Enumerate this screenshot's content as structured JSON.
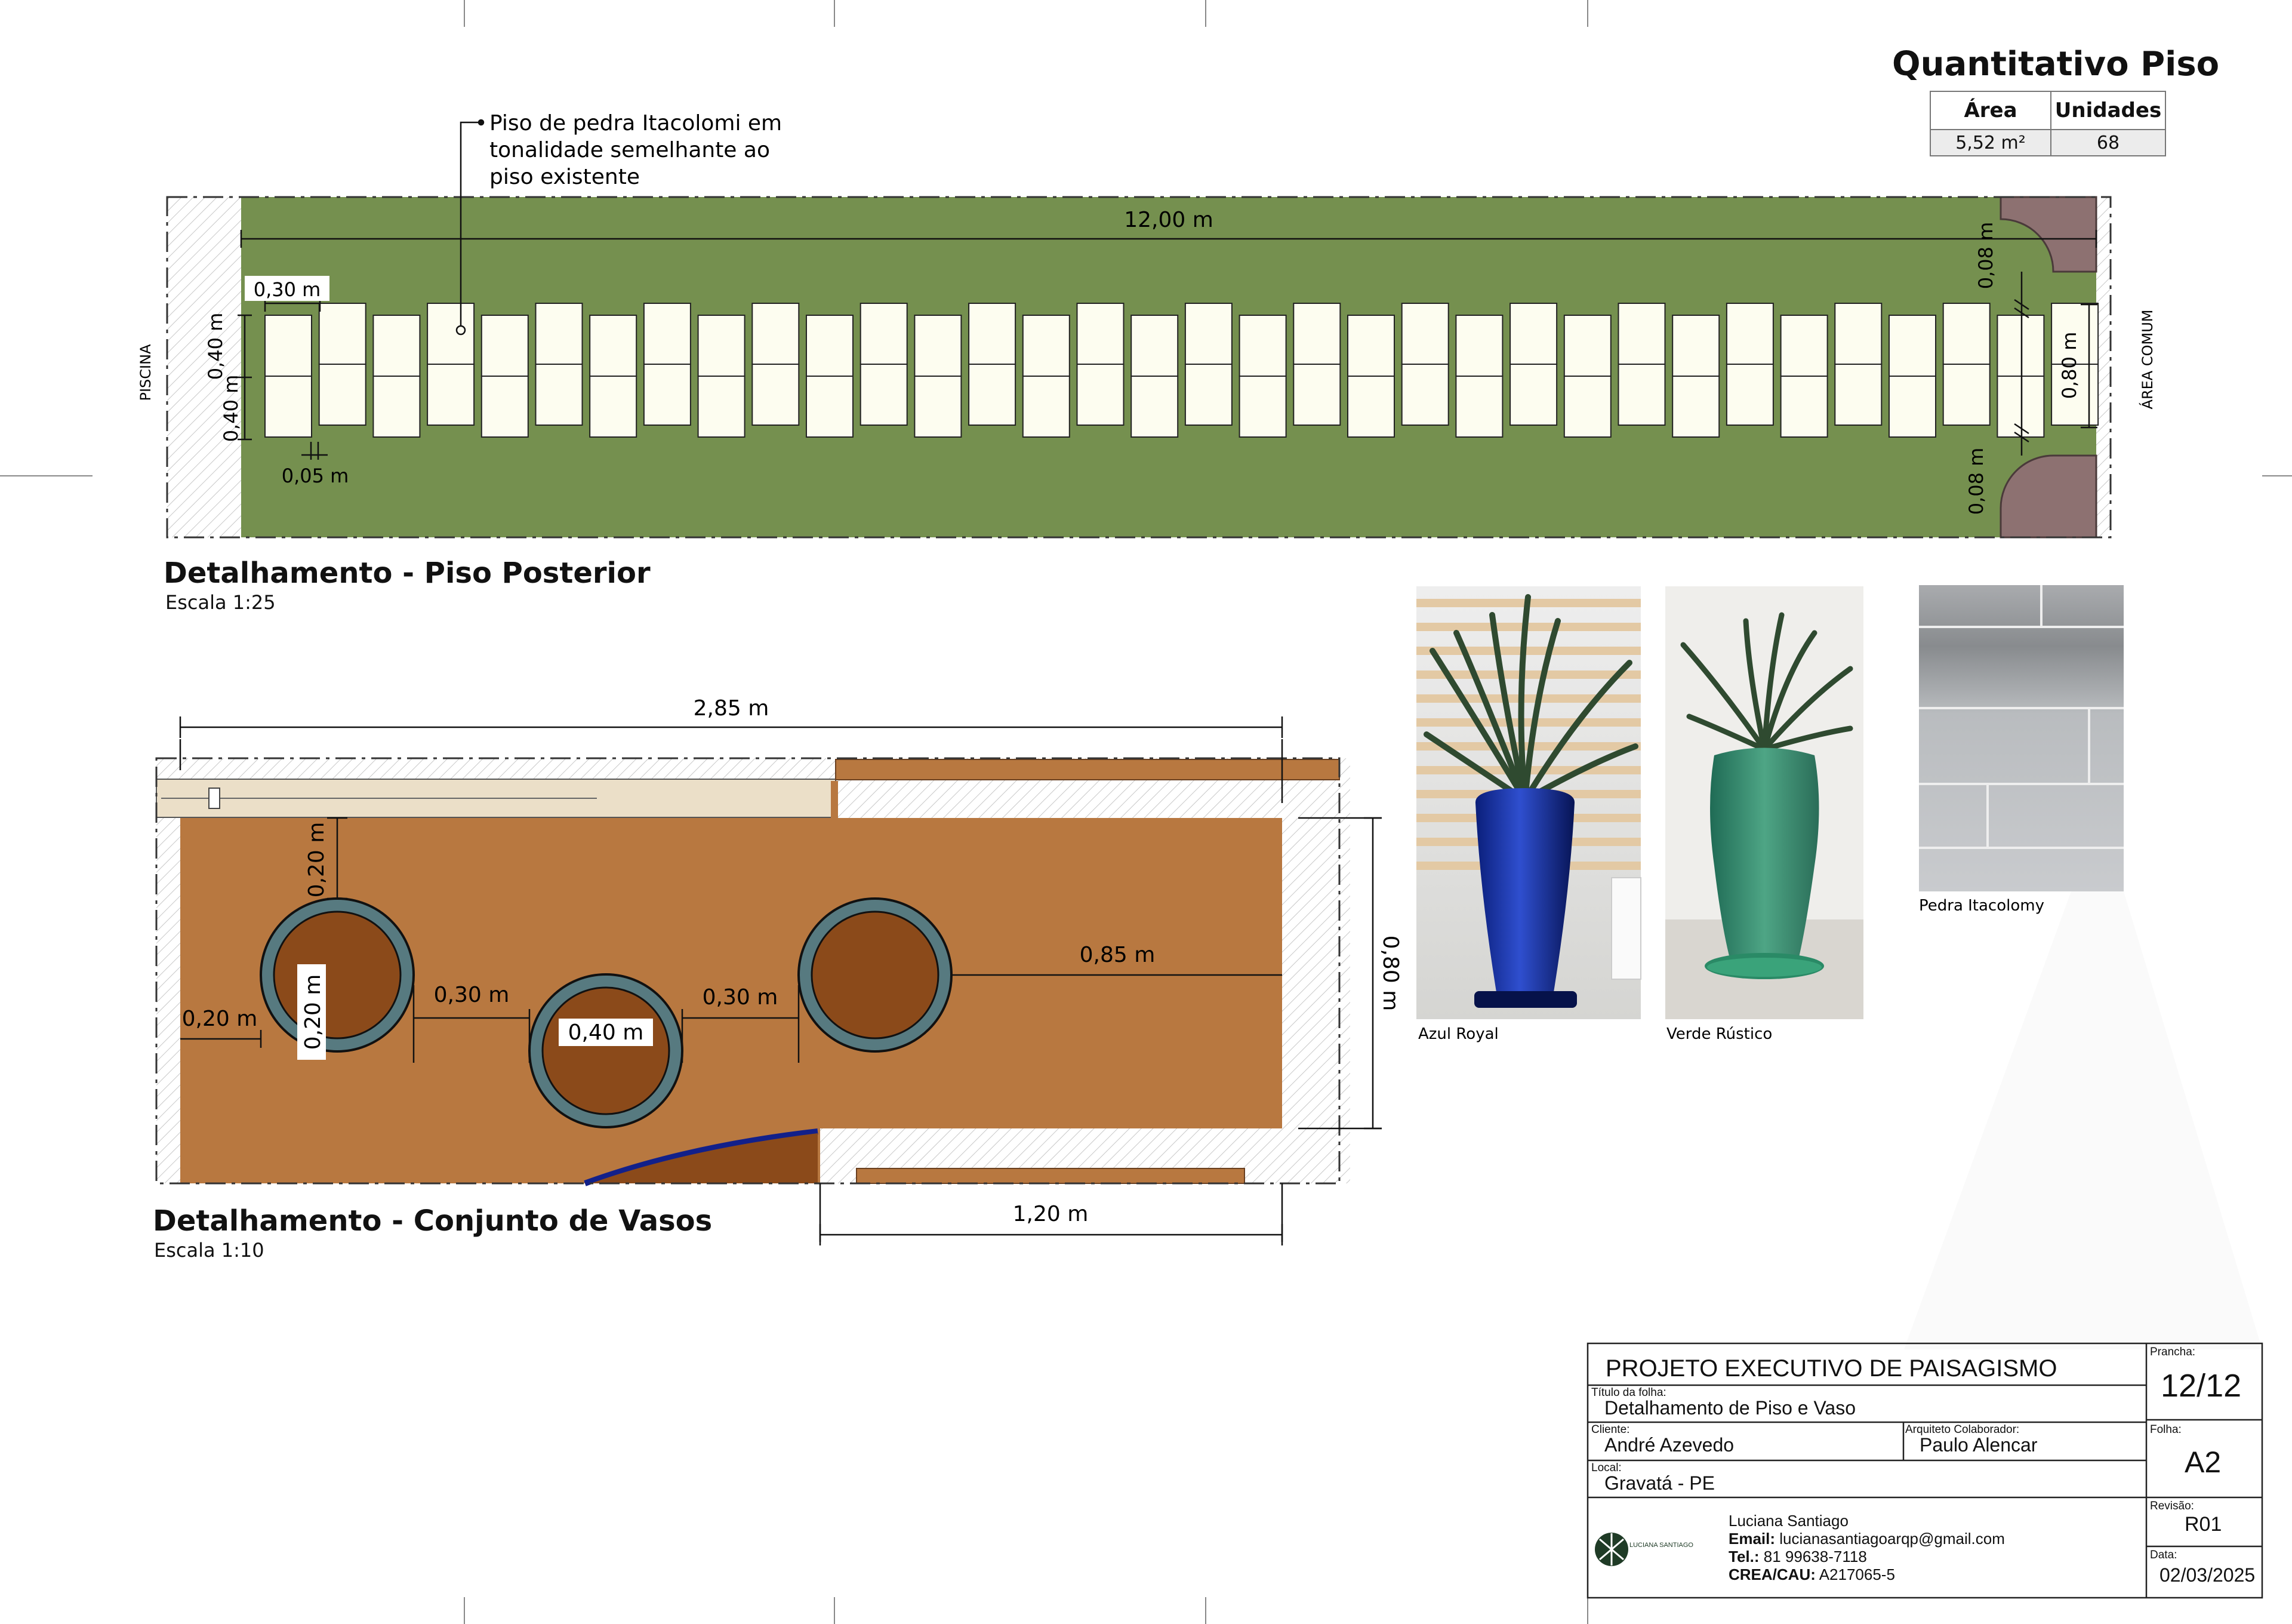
{
  "quantitativo": {
    "title": "Quantitativo Piso",
    "headers": [
      "Área",
      "Unidades"
    ],
    "values": [
      "5,52 m²",
      "68"
    ]
  },
  "piso_posterior": {
    "annotation_line1": "Piso de pedra Itacolomi em",
    "annotation_line2": "tonalidade semelhante ao",
    "annotation_line3": "piso existente",
    "dim_length": "12,00 m",
    "dim_width": "0,30 m",
    "dim_height_top": "0,40 m",
    "dim_height_bottom": "0,40 m",
    "dim_gap": "0,05 m",
    "dim_corner_top": "0,08 m",
    "dim_corner_bottom": "0,08 m",
    "dim_right": "0,80 m",
    "label_left": "PISCINA",
    "label_right": "ÁREA COMUM",
    "title": "Detalhamento - Piso Posterior",
    "scale": "Escala 1:25",
    "colors": {
      "grass": "#75904f",
      "stone": "#fdfdf0",
      "corner": "#8d7171"
    }
  },
  "vasos": {
    "dim_total": "2,85 m",
    "dim_top_gap": "0,20 m",
    "dim_left_gap": "0,20 m",
    "dim_pot_offset": "0,20 m",
    "dim_between_1": "0,30 m",
    "dim_between_2": "0,30 m",
    "dim_diameter": "0,40 m",
    "dim_right": "0,85 m",
    "dim_height": "0,80 m",
    "dim_bottom": "1,20 m",
    "title": "Detalhamento - Conjunto de Vasos",
    "scale": "Escala 1:10",
    "colors": {
      "deck": "#b87840",
      "soil": "#8b4a1a",
      "pot_rim": "#577a80"
    }
  },
  "references": {
    "azul_royal": "Azul Royal",
    "verde_rustico": "Verde Rústico",
    "pedra": "Pedra Itacolomy"
  },
  "titleblock": {
    "project": "PROJETO EXECUTIVO DE PAISAGISMO",
    "sheet_title_label": "Título da folha:",
    "sheet_title": "Detalhamento de Piso e Vaso",
    "client_label": "Cliente:",
    "client": "André Azevedo",
    "collab_label": "Arquiteto Colaborador:",
    "collab": "Paulo Alencar",
    "local_label": "Local:",
    "local": "Gravatá - PE",
    "architect": "Luciana Santiago",
    "email_label": "Email:",
    "email": "lucianasantiagoarqp@gmail.com",
    "tel_label": "Tel.:",
    "tel": "81 99638-7118",
    "crea_label": "CREA/CAU:",
    "crea": "A217065-5",
    "logo_text": "LUCIANA SANTIAGO",
    "prancha_label": "Prancha:",
    "prancha": "12/12",
    "folha_label": "Folha:",
    "folha": "A2",
    "revisao_label": "Revisão:",
    "revisao": "R01",
    "data_label": "Data:",
    "data": "02/03/2025"
  }
}
